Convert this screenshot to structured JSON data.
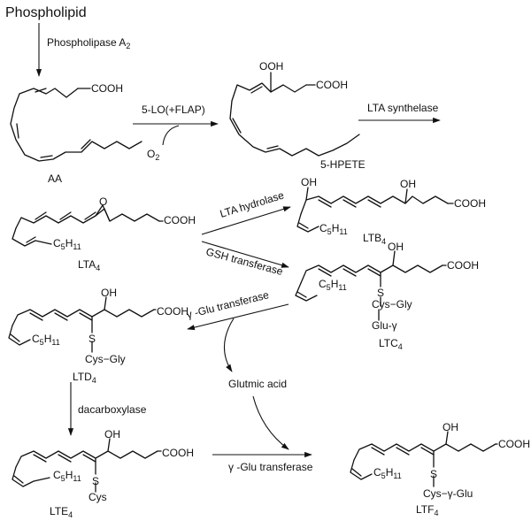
{
  "title": "Phospholipid",
  "enzymes": {
    "pla2": "Phospholipase A",
    "pla2_sub": "2",
    "lo5": "5-LO(+FLAP)",
    "o2": "O",
    "o2_sub": "2",
    "lta_synthelase": "LTA synthelase",
    "lta_hydrolase": "LTA hydrolase",
    "gsh_transferase": "GSH transferase",
    "gglu_transferase_1": "γ -Glu transferase",
    "dacarboxylase": "dacarboxylase",
    "glutmic_acid": "Glutmic acid",
    "gglu_transferase_2": "γ -Glu transferase"
  },
  "compounds": {
    "aa": "AA",
    "hpete": "5-HPETE",
    "lta4": "LTA",
    "ltb4": "LTB",
    "ltc4": "LTC",
    "ltd4": "LTD",
    "lte4": "LTE",
    "ltf4": "LTF",
    "sub4": "4"
  },
  "groups": {
    "cooh": "COOH",
    "ooh": "OOH",
    "oh": "OH",
    "o": "O",
    "s": "S",
    "c5h11": "C",
    "c5h11_sub": "5",
    "c5h11_sub2": "H",
    "c5h11_sub3": "11",
    "cys_gly": "Cys−Gly",
    "glu_gamma": "Glu-γ",
    "cys": "Cys",
    "cys_gamma_glu": "Cys−γ-Glu"
  }
}
